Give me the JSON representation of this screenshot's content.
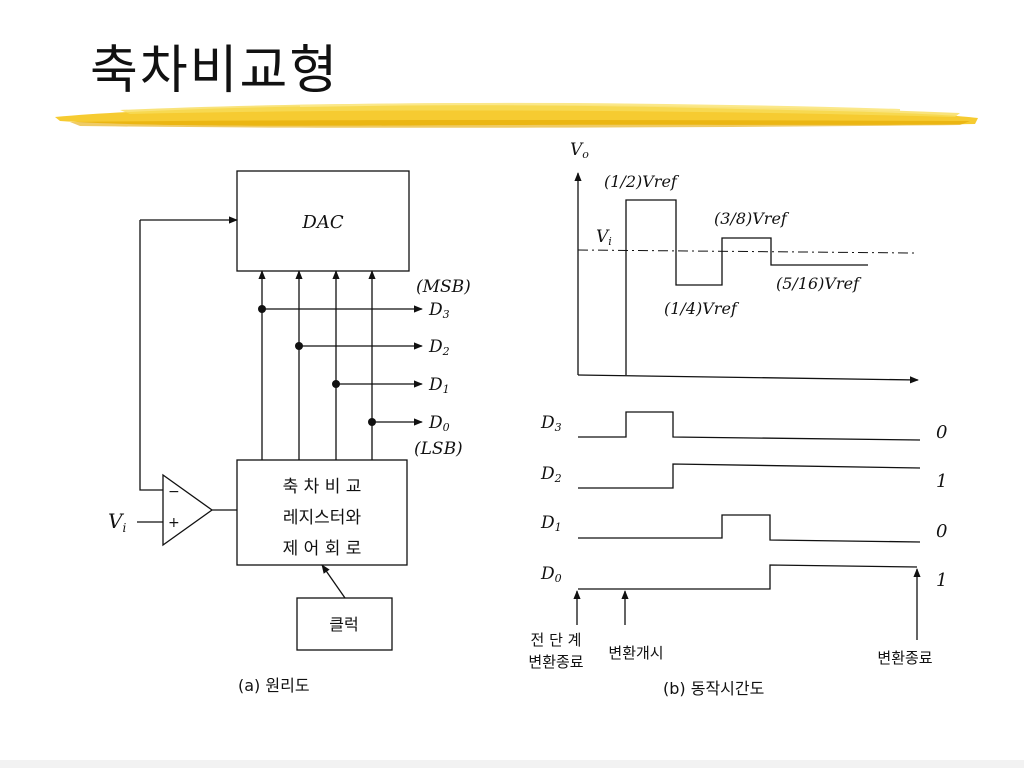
{
  "title": "축차비교형",
  "accent_color": "#f2c300",
  "diagram_a": {
    "dac": "DAC",
    "msb": "(MSB)",
    "lsb": "(LSB)",
    "bits": [
      "D3",
      "D2",
      "D1",
      "D0"
    ],
    "sar_lines": [
      "축 차 비 교",
      "레지스터와",
      "제 어 회 로"
    ],
    "clock": "클럭",
    "vin": "Vi",
    "minus": "−",
    "plus": "+",
    "caption": "(a)  원리도"
  },
  "diagram_b": {
    "vo": "Vo",
    "vi": "Vi",
    "half": "(1/2)Vref",
    "three_eighths": "(3/8)Vref",
    "quarter": "(1/4)Vref",
    "five_sixteenths": "(5/16)Vref",
    "signals": [
      {
        "name": "D3",
        "value": "0"
      },
      {
        "name": "D2",
        "value": "1"
      },
      {
        "name": "D1",
        "value": "0"
      },
      {
        "name": "D0",
        "value": "1"
      }
    ],
    "prev_end_1": "전 단 계",
    "prev_end_2": "변환종료",
    "conv_start": "변환개시",
    "conv_end": "변환종료",
    "caption": "(b) 동작시간도"
  }
}
